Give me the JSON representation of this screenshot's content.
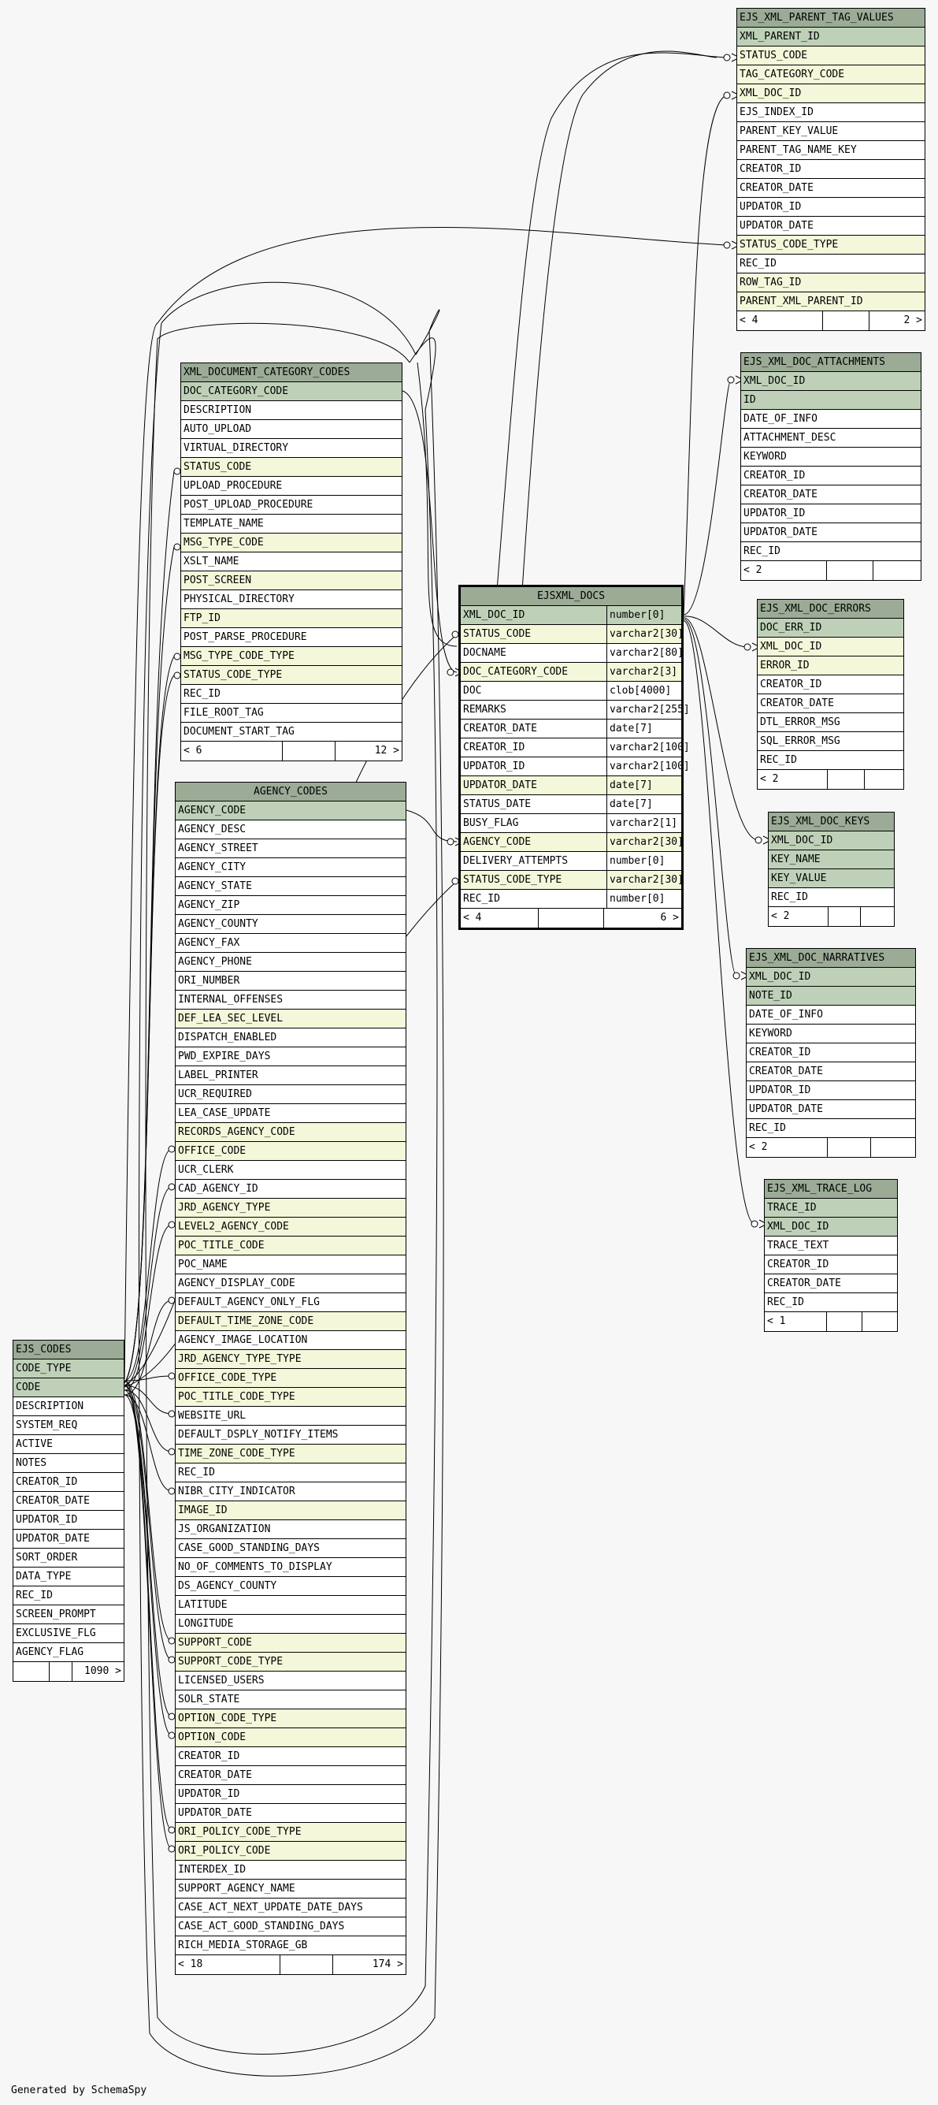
{
  "footer": "Generated by SchemaSpy",
  "colors": {
    "header": "#9bab96",
    "primary_key": "#bed1b8",
    "foreign_key": "#f4f7da",
    "plain": "#ffffff"
  },
  "tables": {
    "parent_tag_values": {
      "name": "EJS_XML_PARENT_TAG_VALUES",
      "rows": [
        [
          "XML_PARENT_ID",
          "pk"
        ],
        [
          "STATUS_CODE",
          "fk"
        ],
        [
          "TAG_CATEGORY_CODE",
          "fk"
        ],
        [
          "XML_DOC_ID",
          "fk"
        ],
        [
          "EJS_INDEX_ID",
          "plain"
        ],
        [
          "PARENT_KEY_VALUE",
          "plain"
        ],
        [
          "PARENT_TAG_NAME_KEY",
          "plain"
        ],
        [
          "CREATOR_ID",
          "plain"
        ],
        [
          "CREATOR_DATE",
          "plain"
        ],
        [
          "UPDATOR_ID",
          "plain"
        ],
        [
          "UPDATOR_DATE",
          "plain"
        ],
        [
          "STATUS_CODE_TYPE",
          "fk"
        ],
        [
          "REC_ID",
          "plain"
        ],
        [
          "ROW_TAG_ID",
          "fk"
        ],
        [
          "PARENT_XML_PARENT_ID",
          "fk"
        ]
      ],
      "footer": [
        "< 4",
        "",
        "2 >"
      ]
    },
    "attachments": {
      "name": "EJS_XML_DOC_ATTACHMENTS",
      "rows": [
        [
          "XML_DOC_ID",
          "pk"
        ],
        [
          "ID",
          "pk"
        ],
        [
          "DATE_OF_INFO",
          "plain"
        ],
        [
          "ATTACHMENT_DESC",
          "plain"
        ],
        [
          "KEYWORD",
          "plain"
        ],
        [
          "CREATOR_ID",
          "plain"
        ],
        [
          "CREATOR_DATE",
          "plain"
        ],
        [
          "UPDATOR_ID",
          "plain"
        ],
        [
          "UPDATOR_DATE",
          "plain"
        ],
        [
          "REC_ID",
          "plain"
        ]
      ],
      "footer": [
        "< 2",
        "",
        ""
      ]
    },
    "category_codes": {
      "name": "XML_DOCUMENT_CATEGORY_CODES",
      "rows": [
        [
          "DOC_CATEGORY_CODE",
          "pk"
        ],
        [
          "DESCRIPTION",
          "plain"
        ],
        [
          "AUTO_UPLOAD",
          "plain"
        ],
        [
          "VIRTUAL_DIRECTORY",
          "plain"
        ],
        [
          "STATUS_CODE",
          "fk"
        ],
        [
          "UPLOAD_PROCEDURE",
          "plain"
        ],
        [
          "POST_UPLOAD_PROCEDURE",
          "plain"
        ],
        [
          "TEMPLATE_NAME",
          "plain"
        ],
        [
          "MSG_TYPE_CODE",
          "fk"
        ],
        [
          "XSLT_NAME",
          "plain"
        ],
        [
          "POST_SCREEN",
          "fk"
        ],
        [
          "PHYSICAL_DIRECTORY",
          "plain"
        ],
        [
          "FTP_ID",
          "fk"
        ],
        [
          "POST_PARSE_PROCEDURE",
          "plain"
        ],
        [
          "MSG_TYPE_CODE_TYPE",
          "fk"
        ],
        [
          "STATUS_CODE_TYPE",
          "fk"
        ],
        [
          "REC_ID",
          "plain"
        ],
        [
          "FILE_ROOT_TAG",
          "plain"
        ],
        [
          "DOCUMENT_START_TAG",
          "plain"
        ]
      ],
      "footer": [
        "< 6",
        "",
        "12 >"
      ]
    },
    "ejsxml_docs": {
      "name": "EJSXML_DOCS",
      "rows": [
        [
          "XML_DOC_ID",
          "number[0]",
          "pk"
        ],
        [
          "STATUS_CODE",
          "varchar2[30]",
          "fk"
        ],
        [
          "DOCNAME",
          "varchar2[80]",
          "plain"
        ],
        [
          "DOC_CATEGORY_CODE",
          "varchar2[3]",
          "fk"
        ],
        [
          "DOC",
          "clob[4000]",
          "plain"
        ],
        [
          "REMARKS",
          "varchar2[255]",
          "plain"
        ],
        [
          "CREATOR_DATE",
          "date[7]",
          "plain"
        ],
        [
          "CREATOR_ID",
          "varchar2[100]",
          "plain"
        ],
        [
          "UPDATOR_ID",
          "varchar2[100]",
          "plain"
        ],
        [
          "UPDATOR_DATE",
          "date[7]",
          "fk"
        ],
        [
          "STATUS_DATE",
          "date[7]",
          "plain"
        ],
        [
          "BUSY_FLAG",
          "varchar2[1]",
          "plain"
        ],
        [
          "AGENCY_CODE",
          "varchar2[30]",
          "fk"
        ],
        [
          "DELIVERY_ATTEMPTS",
          "number[0]",
          "plain"
        ],
        [
          "STATUS_CODE_TYPE",
          "varchar2[30]",
          "fk"
        ],
        [
          "REC_ID",
          "number[0]",
          "plain"
        ]
      ],
      "footer": [
        "< 4",
        "",
        "6 >"
      ]
    },
    "doc_errors": {
      "name": "EJS_XML_DOC_ERRORS",
      "rows": [
        [
          "DOC_ERR_ID",
          "pk"
        ],
        [
          "XML_DOC_ID",
          "fk"
        ],
        [
          "ERROR_ID",
          "fk"
        ],
        [
          "CREATOR_ID",
          "plain"
        ],
        [
          "CREATOR_DATE",
          "plain"
        ],
        [
          "DTL_ERROR_MSG",
          "plain"
        ],
        [
          "SQL_ERROR_MSG",
          "plain"
        ],
        [
          "REC_ID",
          "plain"
        ]
      ],
      "footer": [
        "< 2",
        "",
        ""
      ]
    },
    "doc_keys": {
      "name": "EJS_XML_DOC_KEYS",
      "rows": [
        [
          "XML_DOC_ID",
          "pk"
        ],
        [
          "KEY_NAME",
          "pk"
        ],
        [
          "KEY_VALUE",
          "pk"
        ],
        [
          "REC_ID",
          "plain"
        ]
      ],
      "footer": [
        "< 2",
        "",
        ""
      ]
    },
    "narratives": {
      "name": "EJS_XML_DOC_NARRATIVES",
      "rows": [
        [
          "XML_DOC_ID",
          "pk"
        ],
        [
          "NOTE_ID",
          "pk"
        ],
        [
          "DATE_OF_INFO",
          "plain"
        ],
        [
          "KEYWORD",
          "plain"
        ],
        [
          "CREATOR_ID",
          "plain"
        ],
        [
          "CREATOR_DATE",
          "plain"
        ],
        [
          "UPDATOR_ID",
          "plain"
        ],
        [
          "UPDATOR_DATE",
          "plain"
        ],
        [
          "REC_ID",
          "plain"
        ]
      ],
      "footer": [
        "< 2",
        "",
        ""
      ]
    },
    "trace_log": {
      "name": "EJS_XML_TRACE_LOG",
      "rows": [
        [
          "TRACE_ID",
          "pk"
        ],
        [
          "XML_DOC_ID",
          "pk"
        ],
        [
          "TRACE_TEXT",
          "plain"
        ],
        [
          "CREATOR_ID",
          "plain"
        ],
        [
          "CREATOR_DATE",
          "plain"
        ],
        [
          "REC_ID",
          "plain"
        ]
      ],
      "footer": [
        "< 1",
        "",
        ""
      ]
    },
    "agency_codes": {
      "name": "AGENCY_CODES",
      "rows": [
        [
          "AGENCY_CODE",
          "pk"
        ],
        [
          "AGENCY_DESC",
          "plain"
        ],
        [
          "AGENCY_STREET",
          "plain"
        ],
        [
          "AGENCY_CITY",
          "plain"
        ],
        [
          "AGENCY_STATE",
          "plain"
        ],
        [
          "AGENCY_ZIP",
          "plain"
        ],
        [
          "AGENCY_COUNTY",
          "plain"
        ],
        [
          "AGENCY_FAX",
          "plain"
        ],
        [
          "AGENCY_PHONE",
          "plain"
        ],
        [
          "ORI_NUMBER",
          "plain"
        ],
        [
          "INTERNAL_OFFENSES",
          "plain"
        ],
        [
          "DEF_LEA_SEC_LEVEL",
          "fk"
        ],
        [
          "DISPATCH_ENABLED",
          "plain"
        ],
        [
          "PWD_EXPIRE_DAYS",
          "plain"
        ],
        [
          "LABEL_PRINTER",
          "plain"
        ],
        [
          "UCR_REQUIRED",
          "plain"
        ],
        [
          "LEA_CASE_UPDATE",
          "plain"
        ],
        [
          "RECORDS_AGENCY_CODE",
          "fk"
        ],
        [
          "OFFICE_CODE",
          "fk"
        ],
        [
          "UCR_CLERK",
          "plain"
        ],
        [
          "CAD_AGENCY_ID",
          "plain"
        ],
        [
          "JRD_AGENCY_TYPE",
          "fk"
        ],
        [
          "LEVEL2_AGENCY_CODE",
          "fk"
        ],
        [
          "POC_TITLE_CODE",
          "fk"
        ],
        [
          "POC_NAME",
          "plain"
        ],
        [
          "AGENCY_DISPLAY_CODE",
          "plain"
        ],
        [
          "DEFAULT_AGENCY_ONLY_FLG",
          "plain"
        ],
        [
          "DEFAULT_TIME_ZONE_CODE",
          "fk"
        ],
        [
          "AGENCY_IMAGE_LOCATION",
          "plain"
        ],
        [
          "JRD_AGENCY_TYPE_TYPE",
          "fk"
        ],
        [
          "OFFICE_CODE_TYPE",
          "fk"
        ],
        [
          "POC_TITLE_CODE_TYPE",
          "fk"
        ],
        [
          "WEBSITE_URL",
          "plain"
        ],
        [
          "DEFAULT_DSPLY_NOTIFY_ITEMS",
          "plain"
        ],
        [
          "TIME_ZONE_CODE_TYPE",
          "fk"
        ],
        [
          "REC_ID",
          "plain"
        ],
        [
          "NIBR_CITY_INDICATOR",
          "plain"
        ],
        [
          "IMAGE_ID",
          "fk"
        ],
        [
          "JS_ORGANIZATION",
          "plain"
        ],
        [
          "CASE_GOOD_STANDING_DAYS",
          "plain"
        ],
        [
          "NO_OF_COMMENTS_TO_DISPLAY",
          "plain"
        ],
        [
          "DS_AGENCY_COUNTY",
          "plain"
        ],
        [
          "LATITUDE",
          "plain"
        ],
        [
          "LONGITUDE",
          "plain"
        ],
        [
          "SUPPORT_CODE",
          "fk"
        ],
        [
          "SUPPORT_CODE_TYPE",
          "fk"
        ],
        [
          "LICENSED_USERS",
          "plain"
        ],
        [
          "SOLR_STATE",
          "plain"
        ],
        [
          "OPTION_CODE_TYPE",
          "fk"
        ],
        [
          "OPTION_CODE",
          "fk"
        ],
        [
          "CREATOR_ID",
          "plain"
        ],
        [
          "CREATOR_DATE",
          "plain"
        ],
        [
          "UPDATOR_ID",
          "plain"
        ],
        [
          "UPDATOR_DATE",
          "plain"
        ],
        [
          "ORI_POLICY_CODE_TYPE",
          "fk"
        ],
        [
          "ORI_POLICY_CODE",
          "fk"
        ],
        [
          "INTERDEX_ID",
          "plain"
        ],
        [
          "SUPPORT_AGENCY_NAME",
          "plain"
        ],
        [
          "CASE_ACT_NEXT_UPDATE_DATE_DAYS",
          "plain"
        ],
        [
          "CASE_ACT_GOOD_STANDING_DAYS",
          "plain"
        ],
        [
          "RICH_MEDIA_STORAGE_GB",
          "plain"
        ]
      ],
      "footer": [
        "< 18",
        "",
        "174 >"
      ]
    },
    "ejs_codes": {
      "name": "EJS_CODES",
      "rows": [
        [
          "CODE_TYPE",
          "pk"
        ],
        [
          "CODE",
          "pk"
        ],
        [
          "DESCRIPTION",
          "plain"
        ],
        [
          "SYSTEM_REQ",
          "plain"
        ],
        [
          "ACTIVE",
          "plain"
        ],
        [
          "NOTES",
          "plain"
        ],
        [
          "CREATOR_ID",
          "plain"
        ],
        [
          "CREATOR_DATE",
          "plain"
        ],
        [
          "UPDATOR_ID",
          "plain"
        ],
        [
          "UPDATOR_DATE",
          "plain"
        ],
        [
          "SORT_ORDER",
          "plain"
        ],
        [
          "DATA_TYPE",
          "plain"
        ],
        [
          "REC_ID",
          "plain"
        ],
        [
          "SCREEN_PROMPT",
          "plain"
        ],
        [
          "EXCLUSIVE_FLG",
          "plain"
        ],
        [
          "AGENCY_FLAG",
          "plain"
        ]
      ],
      "footer": [
        "",
        "",
        "1090 >"
      ]
    }
  }
}
